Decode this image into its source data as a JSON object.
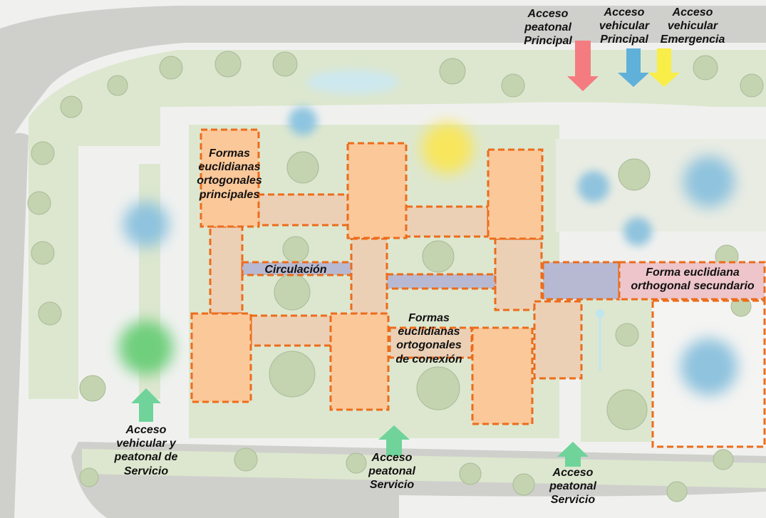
{
  "colors": {
    "ground": "#f0f1ef",
    "road": "#cfd0cc",
    "green": "#dde7cf",
    "orange_fill": "#fbc89a",
    "connector_fill": "#ecd0b6",
    "circulation_fill": "#b7b9d2",
    "secondary_fill": "#eec5cb",
    "dash_stroke": "#ec6c1b",
    "arrow_peatonal": "#f47c80",
    "arrow_vehicular": "#5fb1d9",
    "arrow_emergencia": "#f9ee47",
    "arrow_servicio": "#6fd39a"
  },
  "access_labels": {
    "peatonal_principal": "Acceso\npeatonal\nPrincipal",
    "vehicular_principal": "Acceso\nvehicular\nPrincipal",
    "vehicular_emergencia": "Acceso\nvehicular\nEmergencia",
    "vehicular_peatonal_servicio": "Acceso\nvehicular y\npeatonal de\nServicio",
    "peatonal_servicio_1": "Acceso\npeatonal\nServicio",
    "peatonal_servicio_2": "Acceso\npeatonal\nServicio"
  },
  "form_labels": {
    "principales": "Formas\neuclidianas\nortogonales\nprincipales",
    "circulacion": "Circulación",
    "conexion": "Formas\neuclidianas\nortogonales\nde conexión",
    "secundario": "Forma euclidiana\northogonal secundario"
  }
}
